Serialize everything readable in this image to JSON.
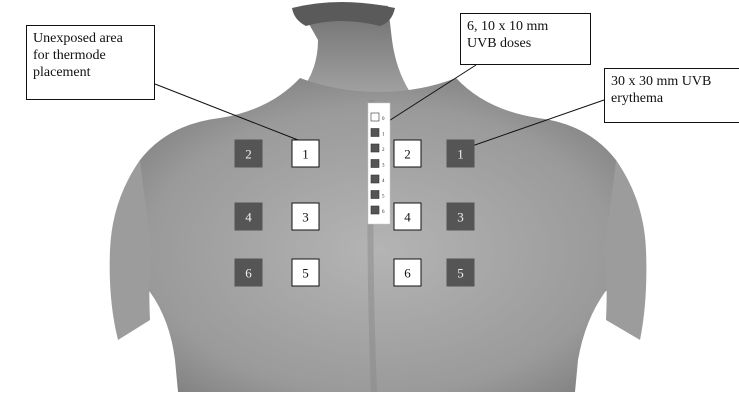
{
  "callouts": {
    "thermode": [
      "Unexposed area",
      "for thermode",
      "placement"
    ],
    "doses": [
      "6, 10 x 10 mm",
      "UVB doses"
    ],
    "erythema": [
      "30 x 30 mm UVB",
      "erythema"
    ]
  },
  "left_side": {
    "dark_squares": [
      "2",
      "4",
      "6"
    ],
    "light_squares": [
      "1",
      "3",
      "5"
    ]
  },
  "right_side": {
    "light_squares": [
      "2",
      "4",
      "6"
    ],
    "dark_squares": [
      "1",
      "3",
      "5"
    ]
  },
  "dose_strip": [
    "0",
    "1",
    "2",
    "3",
    "4",
    "5",
    "6"
  ],
  "colors": {
    "skin": "#a3a3a3",
    "skin_shadow": "#7c7c7c",
    "dark_square": "#555555",
    "light_square": "#ffffff",
    "outline": "#111111"
  }
}
